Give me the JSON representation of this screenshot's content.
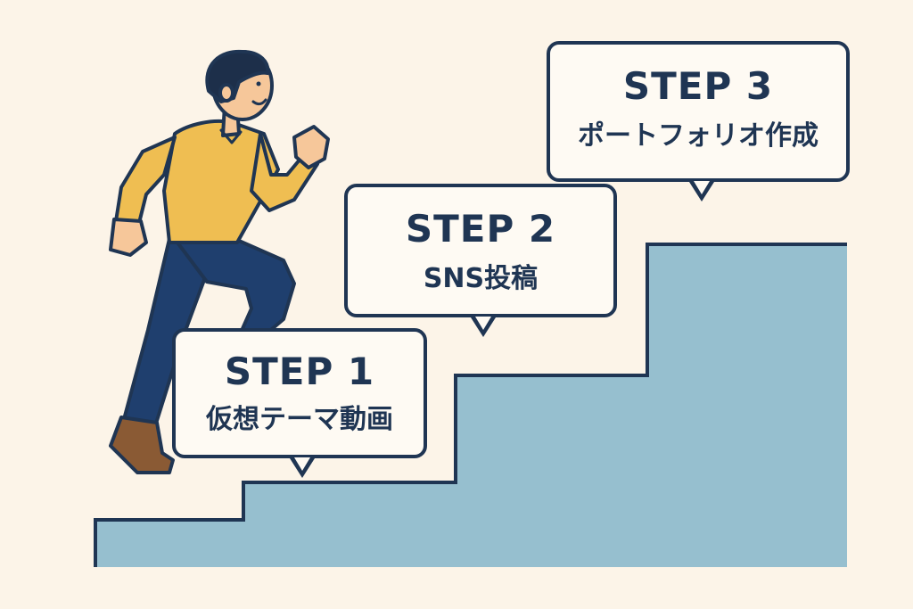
{
  "colors": {
    "background": "#fcf4e8",
    "stairs": "#96bfcf",
    "outline": "#1f3553",
    "bubble_fill": "#fefaf3",
    "shirt": "#efbe52",
    "pants": "#1f3f6e",
    "shoes": "#8a5a34",
    "skin": "#f6c79a",
    "hair": "#1d2f4a"
  },
  "icons": {
    "person": "climbing-person-icon",
    "stairs": "staircase-icon"
  },
  "steps": [
    {
      "label": "STEP 1",
      "description": "仮想テーマ動画"
    },
    {
      "label": "STEP 2",
      "description": "SNS投稿"
    },
    {
      "label": "STEP 3",
      "description": "ポートフォリオ作成"
    }
  ]
}
